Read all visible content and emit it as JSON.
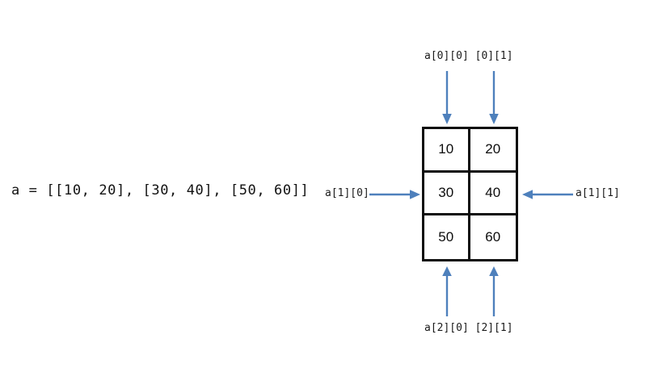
{
  "diagram": {
    "title": "2D list indexing diagram",
    "accent_color": "#4E80BC",
    "grid_border_color": "#0D0D0D",
    "text_color": "#1A1A1A"
  },
  "equation": {
    "text": "a = [[10, 20], [30, 40], [50, 60]]"
  },
  "table": {
    "rows": [
      {
        "cells": [
          "10",
          "20"
        ]
      },
      {
        "cells": [
          "30",
          "40"
        ]
      },
      {
        "cells": [
          "50",
          "60"
        ]
      }
    ]
  },
  "labels": {
    "top": "a[0][0] [0][1]",
    "bottom": "a[2][0] [2][1]",
    "left": "a[1][0]",
    "right": "a[1][1]"
  },
  "arrows": [
    {
      "name": "arrow-down-col0",
      "direction": "down"
    },
    {
      "name": "arrow-down-col1",
      "direction": "down"
    },
    {
      "name": "arrow-up-col0",
      "direction": "up"
    },
    {
      "name": "arrow-up-col1",
      "direction": "up"
    },
    {
      "name": "arrow-right-row1",
      "direction": "right"
    },
    {
      "name": "arrow-left-row1",
      "direction": "left"
    }
  ]
}
